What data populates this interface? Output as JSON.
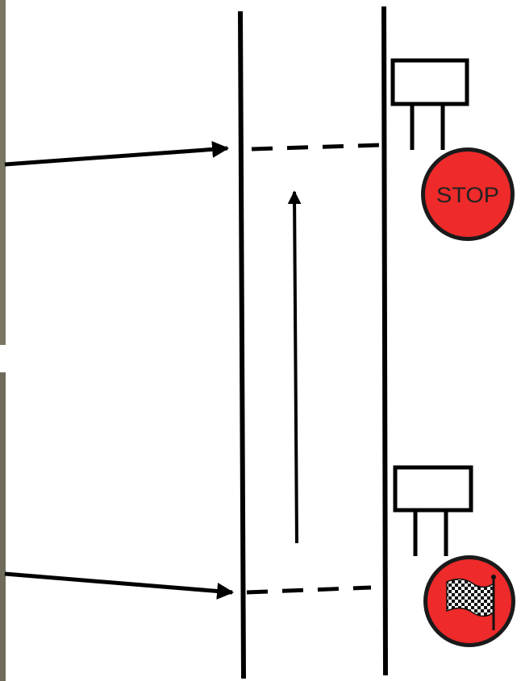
{
  "signs": {
    "stop": {
      "text": "STOP",
      "icon": "stop-sign"
    },
    "start": {
      "icon": "checkered-flag"
    }
  },
  "colors": {
    "line": "#000000",
    "sign_fill": "#ee2a2a",
    "sign_border": "#1a1a1a",
    "photo_edge": "#7a7664"
  }
}
